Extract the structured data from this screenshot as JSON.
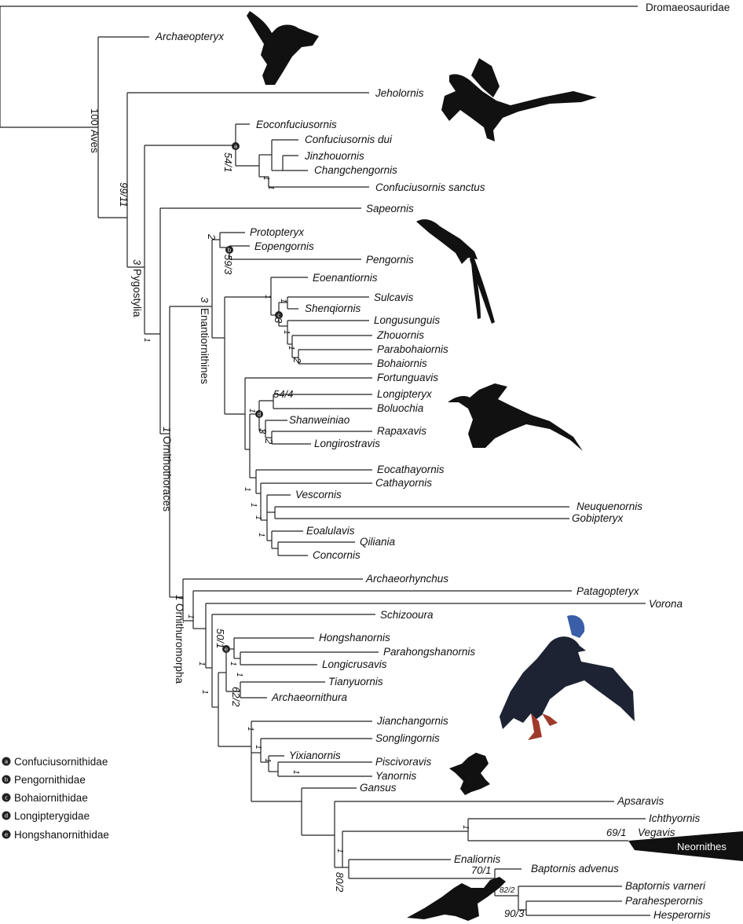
{
  "taxa": {
    "dromaeosauridae": "Dromaeosauridae",
    "archaeopteryx": "Archaeopteryx",
    "jeholornis": "Jeholornis",
    "eoconfuciusornis": "Eoconfuciusornis",
    "confuciusornis_dui": "Confuciusornis dui",
    "jinzhouornis": "Jinzhouornis",
    "changchengornis": "Changchengornis",
    "confuciusornis_sanctus": "Confuciusornis sanctus",
    "sapeornis": "Sapeornis",
    "protopteryx": "Protopteryx",
    "eopengornis": "Eopengornis",
    "pengornis": "Pengornis",
    "eoenantiornis": "Eoenantiornis",
    "sulcavis": "Sulcavis",
    "shenqiornis": "Shenqiornis",
    "longusunguis": "Longusunguis",
    "zhouornis": "Zhouornis",
    "parabohaiornis": "Parabohaiornis",
    "bohaiornis": "Bohaiornis",
    "fortunguavis": "Fortunguavis",
    "longipteryx": "Longipteryx",
    "boluochia": "Boluochia",
    "shanweiniao": "Shanweiniao",
    "rapaxavis": "Rapaxavis",
    "longirostravis": "Longirostravis",
    "eocathayornis": "Eocathayornis",
    "cathayornis": "Cathayornis",
    "vescornis": "Vescornis",
    "neuquenornis": "Neuquenornis",
    "gobipteryx": "Gobipteryx",
    "eoalulavis": "Eoalulavis",
    "qiliania": "Qiliania",
    "concornis": "Concornis",
    "archaeorhynchus": "Archaeorhynchus",
    "patagopteryx": "Patagopteryx",
    "vorona": "Vorona",
    "schizooura": "Schizooura",
    "hongshanornis": "Hongshanornis",
    "parahongshanornis": "Parahongshanornis",
    "longicrusavis": "Longicrusavis",
    "tianyuornis": "Tianyuornis",
    "archaeornithura": "Archaeornithura",
    "jianchangornis": "Jianchangornis",
    "songlingornis": "Songlingornis",
    "yixianornis": "Yixianornis",
    "piscivoravis": "Piscivoravis",
    "yanornis": "Yanornis",
    "gansus": "Gansus",
    "apsaravis": "Apsaravis",
    "ichthyornis": "Ichthyornis",
    "vegavis": "Vegavis",
    "neornithes": "Neornithes",
    "enaliornis": "Enaliornis",
    "baptornis_advenus": "Baptornis advenus",
    "baptornis_varneri": "Baptornis varneri",
    "parahesperornis": "Parahesperornis",
    "hesperornis": "Hesperornis"
  },
  "clades": {
    "aves": "Aves",
    "pygostylia": "Pygostylia",
    "enantiornithines": "Enantiornithines",
    "ornithothoraces": "Ornithothoraces",
    "ornithuromorpha": "Ornithuromorpha"
  },
  "support": {
    "aves": "100",
    "pygostylia_node": "99/11",
    "pygostylia": "3",
    "confuciusornithidae": "54/1",
    "enantio_base": "2",
    "pengornithidae": "59/3",
    "enantiornithines": "3",
    "ornithothoraces_pre": "1",
    "ornithothoraces": "1",
    "eoenantiornis": "1",
    "sulcavis": "1",
    "bohaiornithidae": "3",
    "zhouornis": "1",
    "parabohaiornis": "1",
    "bohaiornis": "2",
    "longipteryx": "54/4",
    "longipterygidae": "1",
    "shanweiniao": "3",
    "rapaxavis": "2",
    "eocathayornis": "1",
    "cathayornis": "1",
    "vescornis": "1",
    "eoalulavis": "1",
    "ornithuromorpha": "1",
    "patagopteryx": "1",
    "hongshanornithidae": "50/1",
    "longicrusavis": "1",
    "tianyuornis": "62/2",
    "schizo_node": "1",
    "jianchangornis": "1",
    "songlingornis": "1",
    "yixianornis": "1",
    "piscivoravis": "1",
    "ichthyornis": "1",
    "ornithurae": "1",
    "vegavis": "69/1",
    "enaliornis_node": "80/2",
    "baptornis": "70/1",
    "baptornis_varneri": "82/2",
    "hesperornis": "90/3",
    "hongshan_inner": "1",
    "confucius_inner": "1",
    "confucius_inner2": "1",
    "songling_inner": "1"
  },
  "legend": [
    {
      "letter": "a",
      "label": "Confuciusornithidae"
    },
    {
      "letter": "b",
      "label": "Pengornithidae"
    },
    {
      "letter": "c",
      "label": "Bohaiornithidae"
    },
    {
      "letter": "d",
      "label": "Longipterygidae"
    },
    {
      "letter": "e",
      "label": "Hongshanornithidae"
    }
  ],
  "node_badges": [
    "a",
    "b",
    "c",
    "d",
    "e"
  ],
  "silhouettes": [
    "archaeopteryx-silhouette",
    "jeholornis-silhouette",
    "pengornis-silhouette",
    "longipterygid-silhouette",
    "hongshanornis-reconstruction",
    "yanornis-silhouette",
    "hesperornis-silhouette"
  ],
  "colors": {
    "branch": "#222222",
    "silhouette": "#111111",
    "neornithes_fill": "#111111",
    "crest": "#3a5fa8"
  }
}
